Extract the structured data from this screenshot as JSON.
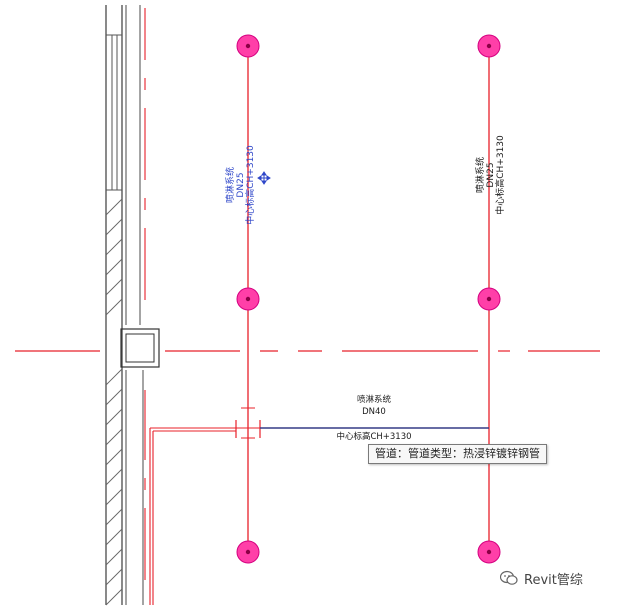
{
  "labels": {
    "left_pipe": {
      "system": "喷淋系统",
      "size": "DN25",
      "elevation": "中心标高CH+3130"
    },
    "right_pipe": {
      "system": "喷淋系统",
      "size": "DN25",
      "elevation": "中心标高CH+3130"
    },
    "branch_pipe": {
      "system": "喷淋系统",
      "size": "DN40",
      "elevation": "中心标高CH+3130"
    }
  },
  "tooltip": {
    "text": "管道：管道类型：热浸锌镀锌钢管"
  },
  "watermark": {
    "text": "Revit管综",
    "icon": "wechat-icon"
  },
  "colors": {
    "pipe": "#e8202a",
    "sprinkler": "#ff3fa8",
    "selected_label": "#2f47c9",
    "selected_pipe": "#353c86",
    "wall": "#4a4a4a"
  }
}
